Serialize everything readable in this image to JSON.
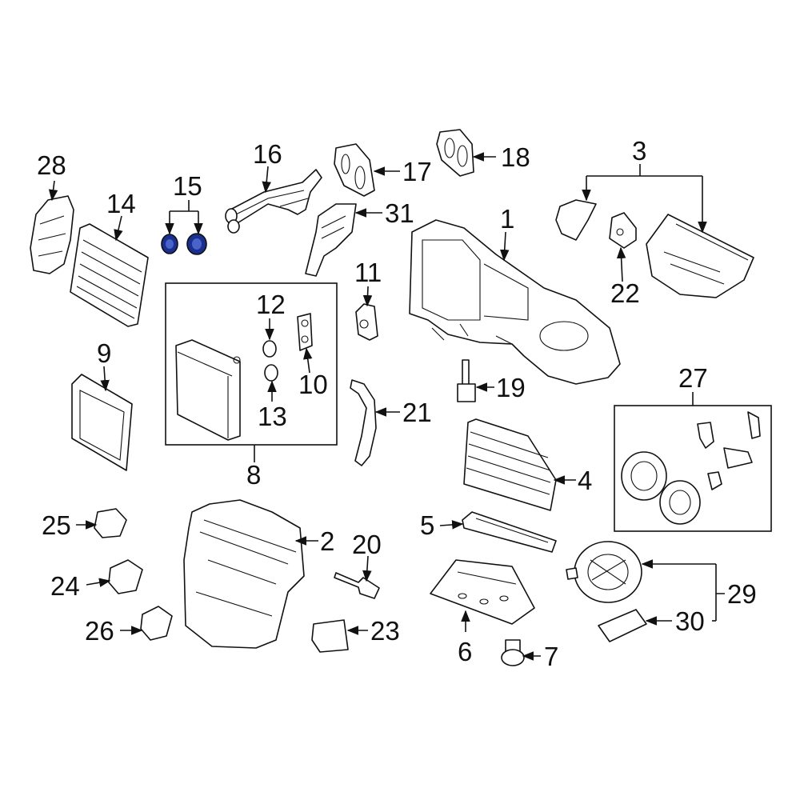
{
  "diagram": {
    "highlight_color": "#1a2f8f",
    "line_color": "#111111",
    "callouts": [
      {
        "id": "c1",
        "label": "1"
      },
      {
        "id": "c2",
        "label": "2"
      },
      {
        "id": "c3",
        "label": "3"
      },
      {
        "id": "c4",
        "label": "4"
      },
      {
        "id": "c5",
        "label": "5"
      },
      {
        "id": "c6",
        "label": "6"
      },
      {
        "id": "c7",
        "label": "7"
      },
      {
        "id": "c8",
        "label": "8"
      },
      {
        "id": "c9",
        "label": "9"
      },
      {
        "id": "c10",
        "label": "10"
      },
      {
        "id": "c11",
        "label": "11"
      },
      {
        "id": "c12",
        "label": "12"
      },
      {
        "id": "c13",
        "label": "13"
      },
      {
        "id": "c14",
        "label": "14"
      },
      {
        "id": "c15",
        "label": "15"
      },
      {
        "id": "c16",
        "label": "16"
      },
      {
        "id": "c17",
        "label": "17"
      },
      {
        "id": "c18",
        "label": "18"
      },
      {
        "id": "c19",
        "label": "19"
      },
      {
        "id": "c20",
        "label": "20"
      },
      {
        "id": "c21",
        "label": "21"
      },
      {
        "id": "c22",
        "label": "22"
      },
      {
        "id": "c23",
        "label": "23"
      },
      {
        "id": "c24",
        "label": "24"
      },
      {
        "id": "c25",
        "label": "25"
      },
      {
        "id": "c26",
        "label": "26"
      },
      {
        "id": "c27",
        "label": "27"
      },
      {
        "id": "c28",
        "label": "28"
      },
      {
        "id": "c29",
        "label": "29"
      },
      {
        "id": "c30",
        "label": "30"
      },
      {
        "id": "c31",
        "label": "31"
      }
    ]
  }
}
